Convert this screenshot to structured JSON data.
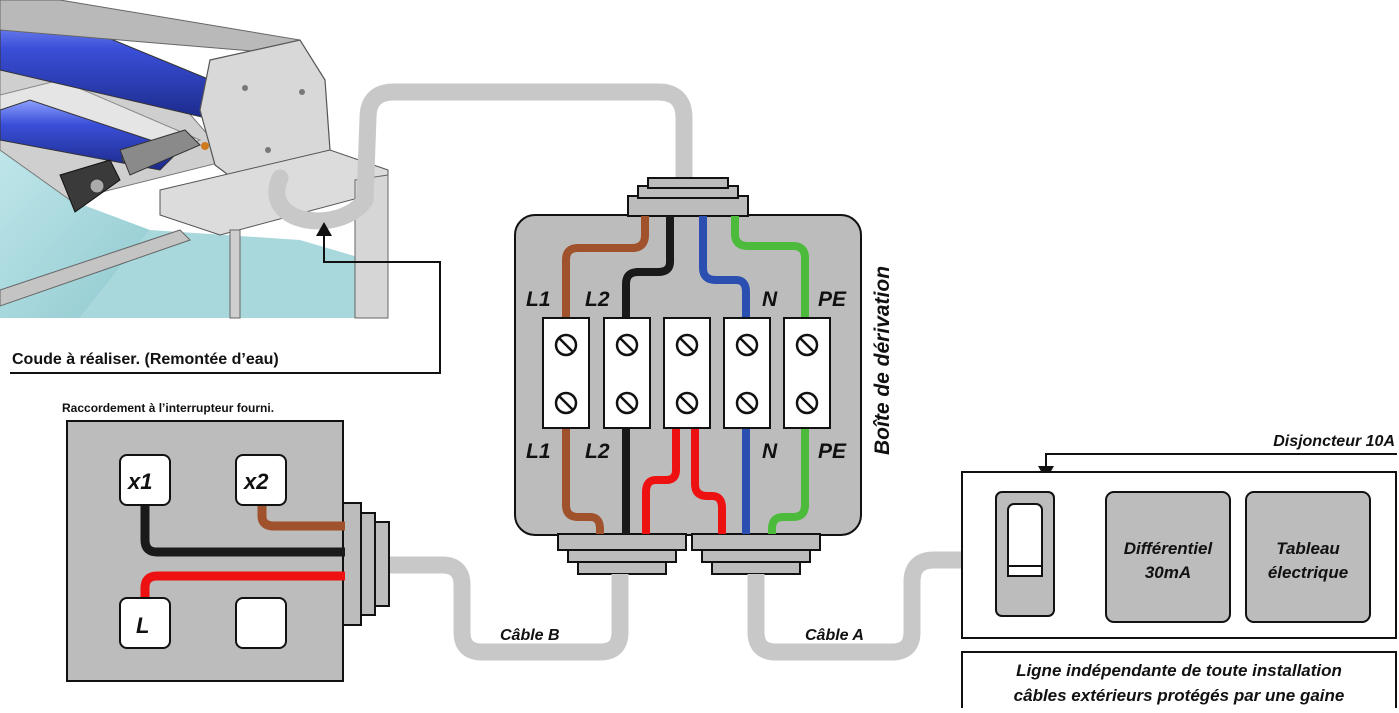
{
  "annotations": {
    "bend_note": "Coude à réaliser. (Remontée d’eau)",
    "switch_note": "Raccordement à l’interrupteur fourni.",
    "breaker": "Disjoncteur 10A",
    "junction_box_title": "Boîte de dérivation",
    "cable_b": "Câble B",
    "cable_a": "Câble A"
  },
  "terminals": {
    "top": [
      "L1",
      "L2",
      "N",
      "PE"
    ],
    "bottom": [
      "L1",
      "L2",
      "N",
      "PE"
    ]
  },
  "switch_box": {
    "x1": "x1",
    "x2": "x2",
    "l": "L"
  },
  "panel": {
    "differential_line1": "Différentiel",
    "differential_line2": "30mA",
    "board_line1": "Tableau",
    "board_line2": "électrique"
  },
  "footer_note": {
    "line1": "Ligne indépendante de toute installation",
    "line2": "câbles extérieurs protégés par une gaine"
  },
  "colors": {
    "brown": "#a0522d",
    "black": "#1a1a1a",
    "blue": "#2a4fb0",
    "green": "#4cbb3c",
    "red": "#ee1111",
    "cable_gray": "#c8c8c8",
    "box_gray": "#bcbcbc"
  }
}
